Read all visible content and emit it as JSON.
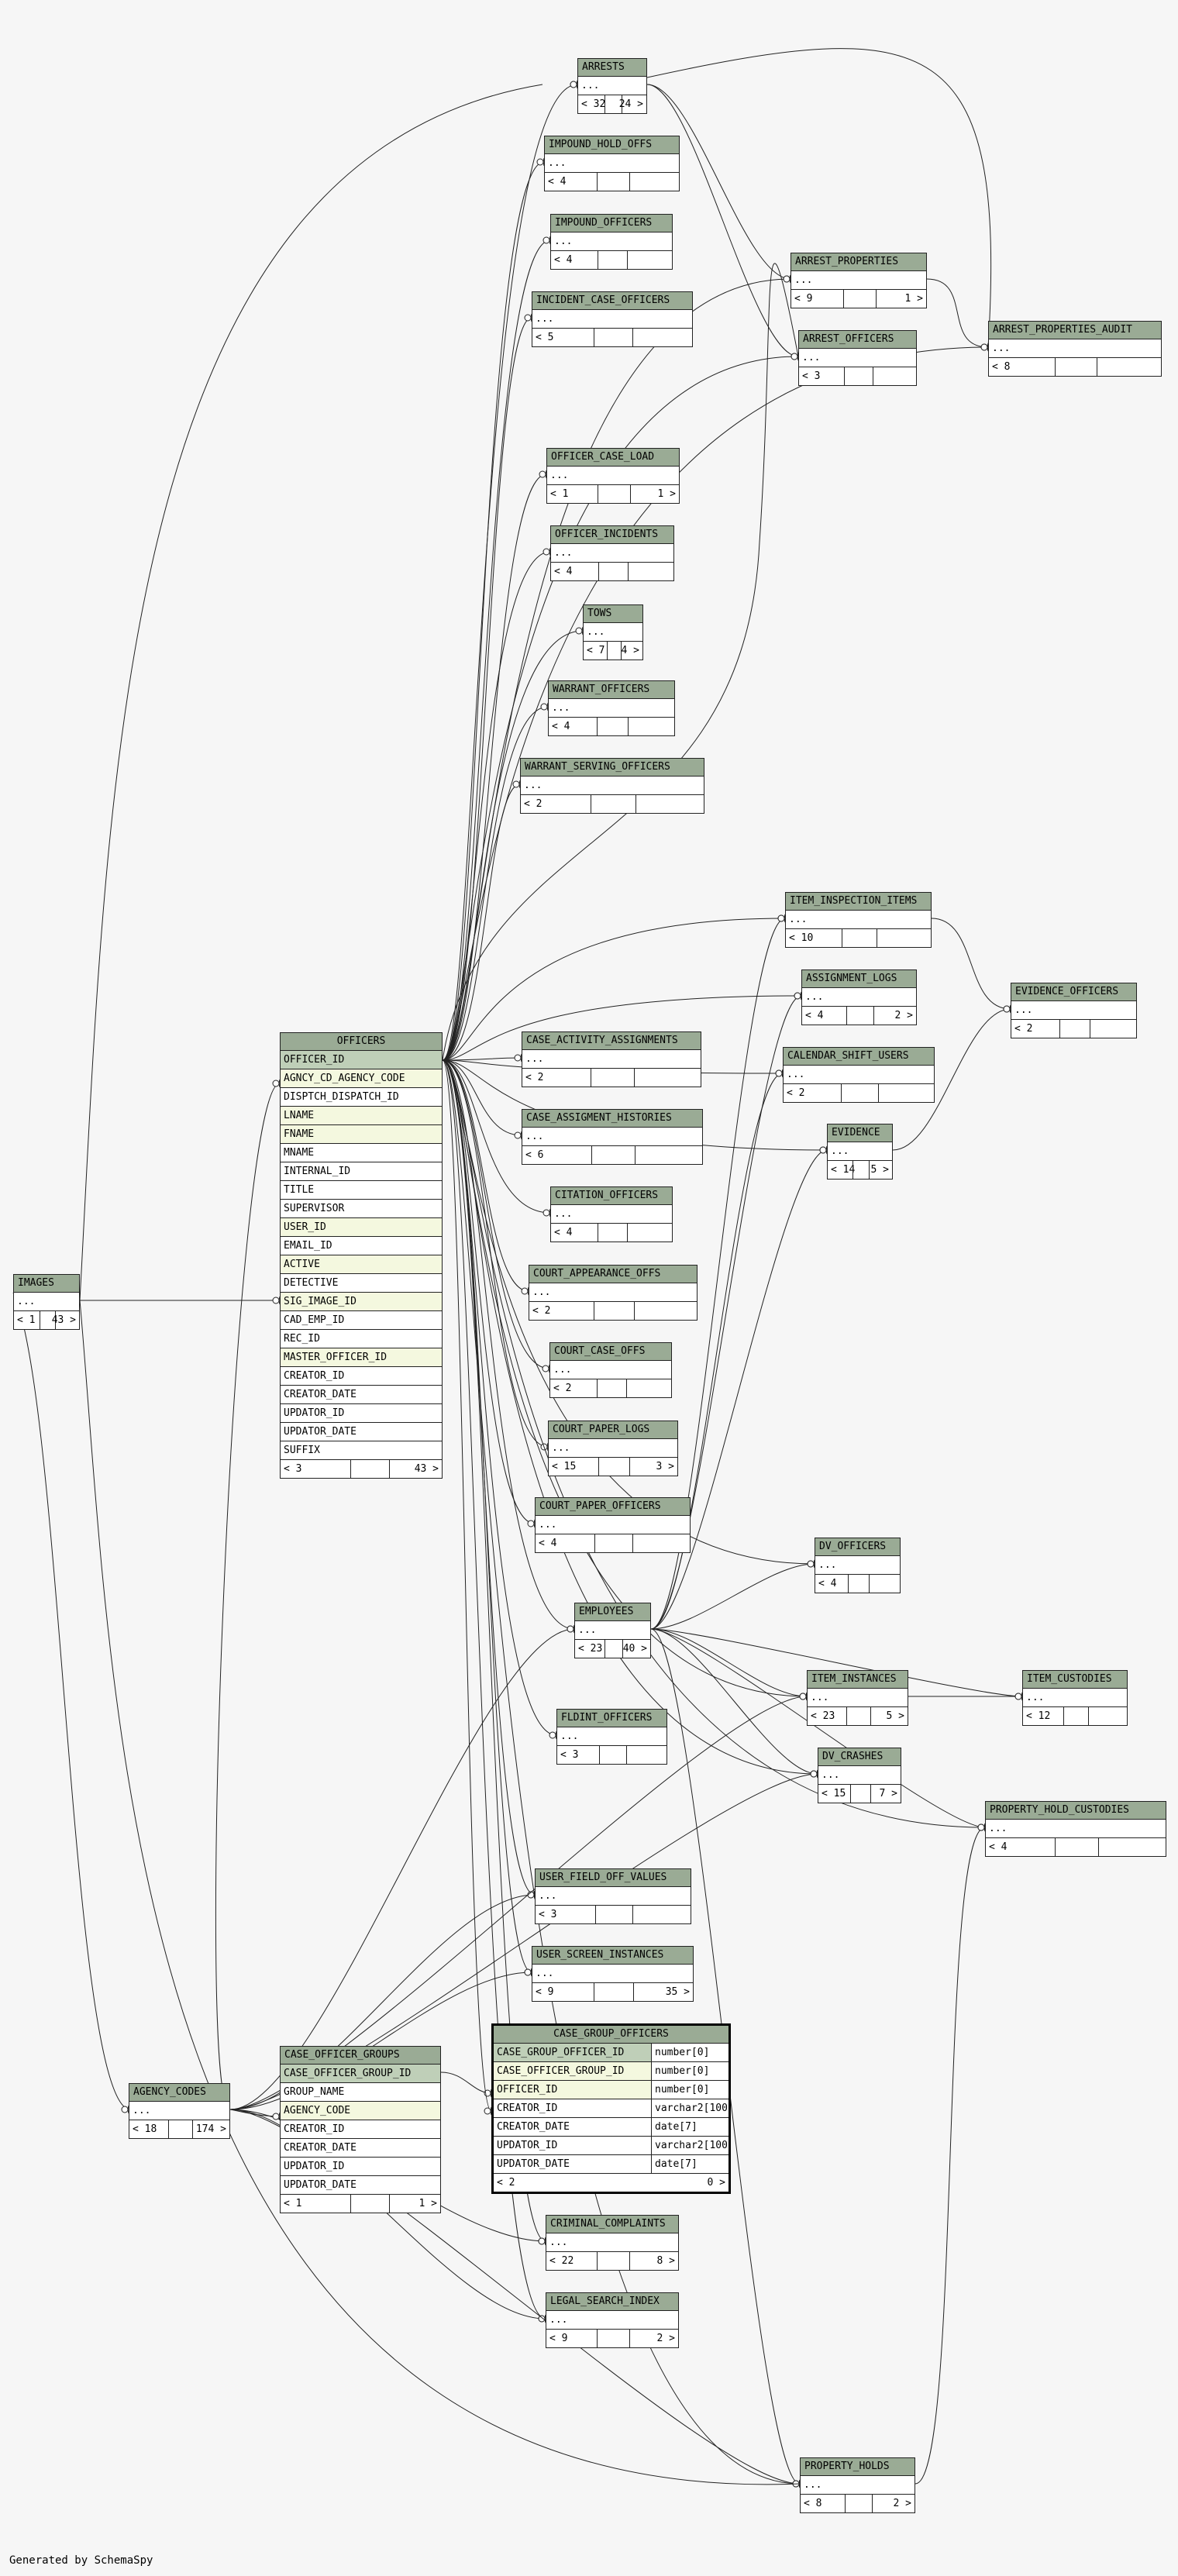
{
  "tables": [
    {
      "name": "ARRESTS",
      "in": "32",
      "out": "24"
    },
    {
      "name": "IMPOUND_HOLD_OFFS",
      "in": "4",
      "out": ""
    },
    {
      "name": "IMPOUND_OFFICERS",
      "in": "4",
      "out": ""
    },
    {
      "name": "INCIDENT_CASE_OFFICERS",
      "in": "5",
      "out": ""
    },
    {
      "name": "ARREST_PROPERTIES",
      "in": "9",
      "out": "1"
    },
    {
      "name": "ARREST_OFFICERS",
      "in": "3",
      "out": ""
    },
    {
      "name": "ARREST_PROPERTIES_AUDIT",
      "in": "8",
      "out": ""
    },
    {
      "name": "OFFICER_CASE_LOAD",
      "in": "1",
      "out": "1"
    },
    {
      "name": "OFFICER_INCIDENTS",
      "in": "4",
      "out": ""
    },
    {
      "name": "TOWS",
      "in": "7",
      "out": "4"
    },
    {
      "name": "WARRANT_OFFICERS",
      "in": "4",
      "out": ""
    },
    {
      "name": "WARRANT_SERVING_OFFICERS",
      "in": "2",
      "out": ""
    },
    {
      "name": "ITEM_INSPECTION_ITEMS",
      "in": "10",
      "out": ""
    },
    {
      "name": "ASSIGNMENT_LOGS",
      "in": "4",
      "out": "2"
    },
    {
      "name": "EVIDENCE_OFFICERS",
      "in": "2",
      "out": ""
    },
    {
      "name": "CALENDAR_SHIFT_USERS",
      "in": "2",
      "out": ""
    },
    {
      "name": "EVIDENCE",
      "in": "14",
      "out": "5"
    },
    {
      "name": "CASE_ACTIVITY_ASSIGNMENTS",
      "in": "2",
      "out": ""
    },
    {
      "name": "CASE_ASSIGMENT_HISTORIES",
      "in": "6",
      "out": ""
    },
    {
      "name": "CITATION_OFFICERS",
      "in": "4",
      "out": ""
    },
    {
      "name": "COURT_APPEARANCE_OFFS",
      "in": "2",
      "out": ""
    },
    {
      "name": "COURT_CASE_OFFS",
      "in": "2",
      "out": ""
    },
    {
      "name": "COURT_PAPER_LOGS",
      "in": "15",
      "out": "3"
    },
    {
      "name": "COURT_PAPER_OFFICERS",
      "in": "4",
      "out": ""
    },
    {
      "name": "DV_OFFICERS",
      "in": "4",
      "out": ""
    },
    {
      "name": "EMPLOYEES",
      "in": "23",
      "out": "40"
    },
    {
      "name": "ITEM_INSTANCES",
      "in": "23",
      "out": "5"
    },
    {
      "name": "ITEM_CUSTODIES",
      "in": "12",
      "out": ""
    },
    {
      "name": "FLDINT_OFFICERS",
      "in": "3",
      "out": ""
    },
    {
      "name": "DV_CRASHES",
      "in": "15",
      "out": "7"
    },
    {
      "name": "PROPERTY_HOLD_CUSTODIES",
      "in": "4",
      "out": ""
    },
    {
      "name": "USER_FIELD_OFF_VALUES",
      "in": "3",
      "out": ""
    },
    {
      "name": "USER_SCREEN_INSTANCES",
      "in": "9",
      "out": "35"
    },
    {
      "name": "CRIMINAL_COMPLAINTS",
      "in": "22",
      "out": "8"
    },
    {
      "name": "LEGAL_SEARCH_INDEX",
      "in": "9",
      "out": "2"
    },
    {
      "name": "PROPERTY_HOLDS",
      "in": "8",
      "out": "2"
    },
    {
      "name": "IMAGES",
      "in": "1",
      "out": "43"
    },
    {
      "name": "AGENCY_CODES",
      "in": "18",
      "out": "174"
    }
  ],
  "ellipsis": "...",
  "officers": {
    "name": "OFFICERS",
    "columns": [
      {
        "name": "OFFICER_ID",
        "kind": "pk"
      },
      {
        "name": "AGNCY_CD_AGENCY_CODE",
        "kind": "fk"
      },
      {
        "name": "DISPTCH_DISPATCH_ID",
        "kind": ""
      },
      {
        "name": "LNAME",
        "kind": "fk"
      },
      {
        "name": "FNAME",
        "kind": "fk"
      },
      {
        "name": "MNAME",
        "kind": ""
      },
      {
        "name": "INTERNAL_ID",
        "kind": ""
      },
      {
        "name": "TITLE",
        "kind": ""
      },
      {
        "name": "SUPERVISOR",
        "kind": ""
      },
      {
        "name": "USER_ID",
        "kind": "fk"
      },
      {
        "name": "EMAIL_ID",
        "kind": ""
      },
      {
        "name": "ACTIVE",
        "kind": "fk"
      },
      {
        "name": "DETECTIVE",
        "kind": ""
      },
      {
        "name": "SIG_IMAGE_ID",
        "kind": "fk"
      },
      {
        "name": "CAD_EMP_ID",
        "kind": ""
      },
      {
        "name": "REC_ID",
        "kind": ""
      },
      {
        "name": "MASTER_OFFICER_ID",
        "kind": "fk"
      },
      {
        "name": "CREATOR_ID",
        "kind": ""
      },
      {
        "name": "CREATOR_DATE",
        "kind": ""
      },
      {
        "name": "UPDATOR_ID",
        "kind": ""
      },
      {
        "name": "UPDATOR_DATE",
        "kind": ""
      },
      {
        "name": "SUFFIX",
        "kind": ""
      }
    ],
    "in": "3",
    "out": "43"
  },
  "case_officer_groups": {
    "name": "CASE_OFFICER_GROUPS",
    "columns": [
      {
        "name": "CASE_OFFICER_GROUP_ID",
        "kind": "pk"
      },
      {
        "name": "GROUP_NAME",
        "kind": ""
      },
      {
        "name": "AGENCY_CODE",
        "kind": "fk"
      },
      {
        "name": "CREATOR_ID",
        "kind": ""
      },
      {
        "name": "CREATOR_DATE",
        "kind": ""
      },
      {
        "name": "UPDATOR_ID",
        "kind": ""
      },
      {
        "name": "UPDATOR_DATE",
        "kind": ""
      }
    ],
    "in": "1",
    "out": "1"
  },
  "case_group_officers": {
    "name": "CASE_GROUP_OFFICERS",
    "columns": [
      {
        "name": "CASE_GROUP_OFFICER_ID",
        "type": "number[0]",
        "kind": "pk"
      },
      {
        "name": "CASE_OFFICER_GROUP_ID",
        "type": "number[0]",
        "kind": "fk"
      },
      {
        "name": "OFFICER_ID",
        "type": "number[0]",
        "kind": "fk"
      },
      {
        "name": "CREATOR_ID",
        "type": "varchar2[100]",
        "kind": ""
      },
      {
        "name": "CREATOR_DATE",
        "type": "date[7]",
        "kind": ""
      },
      {
        "name": "UPDATOR_ID",
        "type": "varchar2[100]",
        "kind": ""
      },
      {
        "name": "UPDATOR_DATE",
        "type": "date[7]",
        "kind": ""
      }
    ],
    "in": "2",
    "out": "0"
  },
  "footer": "Generated by SchemaSpy",
  "colors": {
    "header": "#9aab95",
    "pk": "#bfcfb8",
    "fk": "#f4f8df",
    "line": "#222222"
  }
}
